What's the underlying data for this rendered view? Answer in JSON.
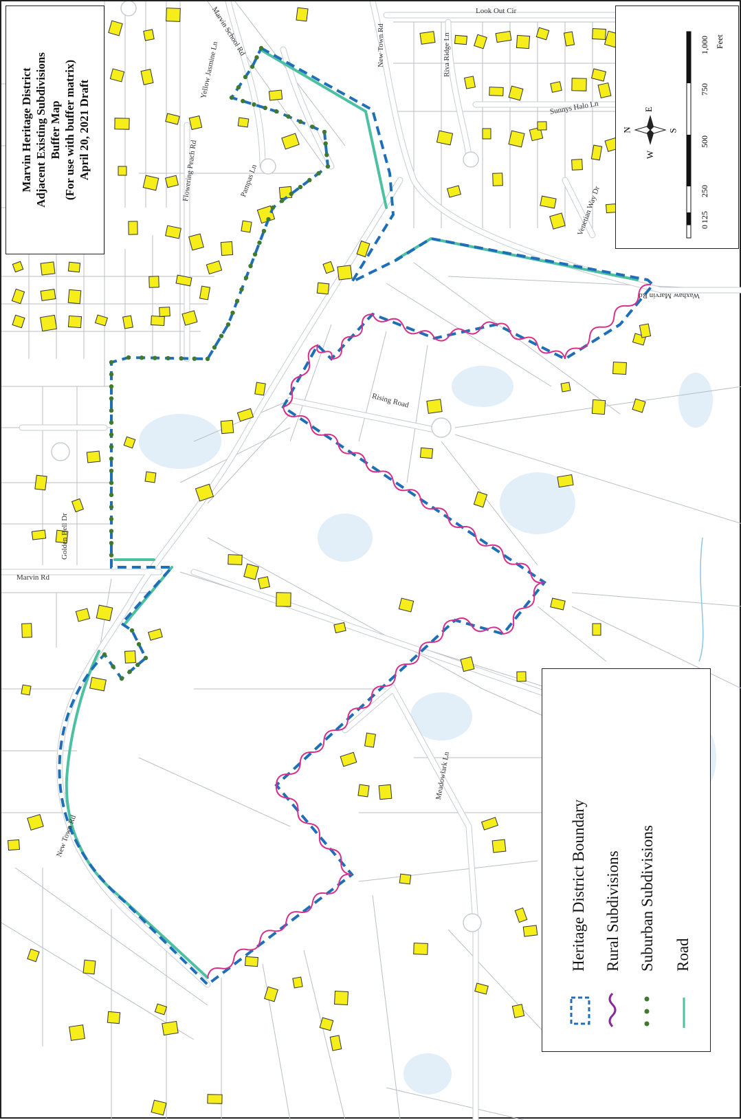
{
  "title": {
    "line1": "Marvin Heritage District",
    "line2": "Adjacent Existing Subdivisions",
    "line3": "Buffer Map",
    "line4": "(For use with buffer matrix)",
    "line5": "April 20, 2021 Draft"
  },
  "roads": {
    "marvin_school_rd": "Marvin School Rd",
    "yellow_jasmine_ln": "Yellow Jasmine Ln",
    "flowering_peach_rd": "Flowering Peach Rd",
    "pampas_ln": "Pampas Ln",
    "new_town_rd_top": "New Town Rd",
    "look_out_cir": "Look Out Cir",
    "riva_ridge_ln": "Riva Ridge Ln",
    "sunnys_halo_ln": "Sunnys Halo Ln",
    "venetian_way_dr": "Venetian Way Dr",
    "waxhaw_marvin_rd": "Waxhaw Marvin Rd",
    "rising_road": "Rising Road",
    "golden_bell_dr": "Golden Bell Dr",
    "marvin_rd": "Marvin Rd",
    "meadowlark_ln": "Meadowlark Ln",
    "new_town_rd_bottom": "New Town Rd"
  },
  "scale": {
    "unit": "Feet",
    "ticks": [
      "0",
      "125",
      "250",
      "500",
      "750",
      "1,000"
    ]
  },
  "north_arrow": {
    "n": "N",
    "e": "E",
    "s": "S",
    "w": "W"
  },
  "legend": {
    "items": [
      {
        "label": "Heritage District Boundary",
        "symbol": "dashed-rectangle-icon",
        "color": "#1f6fb8"
      },
      {
        "label": "Rural Subdivisions",
        "symbol": "wavy-line-icon",
        "color": "#c8328c"
      },
      {
        "label": "Suburban Subdivisions",
        "symbol": "dots-icon",
        "color": "#3f7a2e"
      },
      {
        "label": "Road",
        "symbol": "line-icon",
        "color": "#4cc0a0"
      }
    ]
  },
  "colors": {
    "building": "#f5ee1a",
    "parcel_line": "#b9bec6",
    "boundary": "#1f6fb8",
    "rural": "#d6308a",
    "suburban": "#3f7a2e",
    "road": "#4cc0a0",
    "water": "#d6e9f5"
  }
}
